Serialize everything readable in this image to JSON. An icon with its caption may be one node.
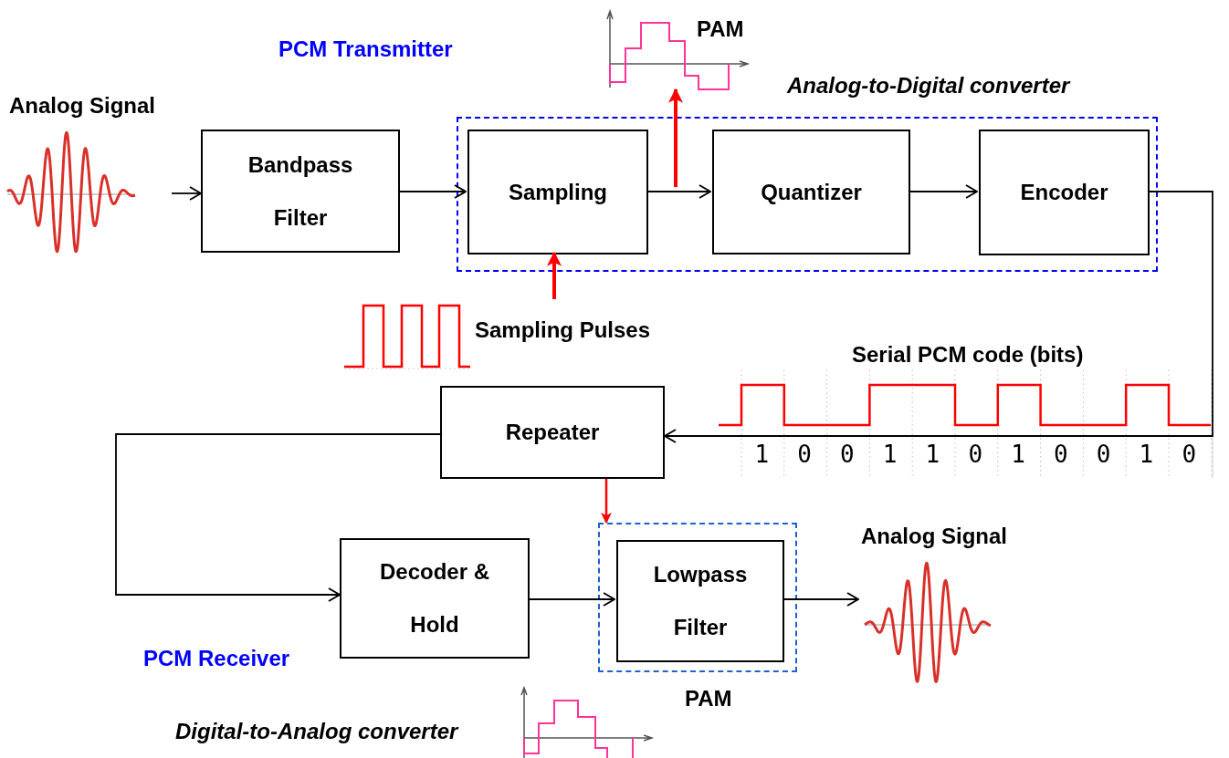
{
  "diagram": {
    "nodes": [
      {
        "text": [
          "Analog Signal"
        ]
      },
      {
        "text": [
          "Bandpass Filter"
        ]
      },
      {
        "text": [],
        "shape": "box"
      },
      {
        "text": [
          "Sampling"
        ],
        "in": 2
      },
      {
        "text": [
          "Quantizer"
        ],
        "in": 2
      },
      {
        "text": [
          "Encoder"
        ],
        "in": 2
      },
      {
        "text": [
          "PAM"
        ]
      },
      {
        "text": [
          "Sampling Pulses"
        ]
      },
      {
        "text": [
          "Repeater"
        ]
      },
      {
        "text": [
          "Decoder & Hold"
        ]
      },
      {
        "text": [],
        "shape": "box"
      },
      {
        "text": [
          "Lowpass Filter"
        ],
        "in": 10
      },
      {
        "text": [
          "Analog Signal"
        ]
      }
    ],
    "edges": [
      {
        "from": 0,
        "to": 1,
        "arrow": "to"
      },
      {
        "from": 1,
        "to": 3,
        "arrow": "to"
      },
      {
        "from": 3,
        "to": 4,
        "arrow": "to"
      },
      {
        "from": 4,
        "to": 5,
        "arrow": "to"
      },
      {
        "from": null,
        "to": 6,
        "arrow": "to",
        "style": "thick",
        "color": "#ff0000"
      },
      {
        "from": 7,
        "to": 3,
        "arrow": "to",
        "style": "thick",
        "color": "#ff0000"
      },
      {
        "from": 5,
        "to": 8,
        "arrow": "to"
      },
      {
        "from": 8,
        "to": 9,
        "arrow": "to"
      },
      {
        "from": 8,
        "to": 10,
        "arrow": "to",
        "color": "#ff0000"
      },
      {
        "from": 9,
        "to": 11,
        "arrow": "to"
      },
      {
        "from": 11,
        "to": 12,
        "arrow": "to"
      }
    ],
    "labels": [
      "PCM Transmitter",
      "Analog-to-Digital converter",
      "Serial PCM code (bits)",
      "1",
      "0",
      "0",
      "1",
      "1",
      "0",
      "1",
      "0",
      "0",
      "1",
      "0",
      "PCM Receiver",
      "PAM",
      "Digital-to-Analog converter"
    ]
  }
}
